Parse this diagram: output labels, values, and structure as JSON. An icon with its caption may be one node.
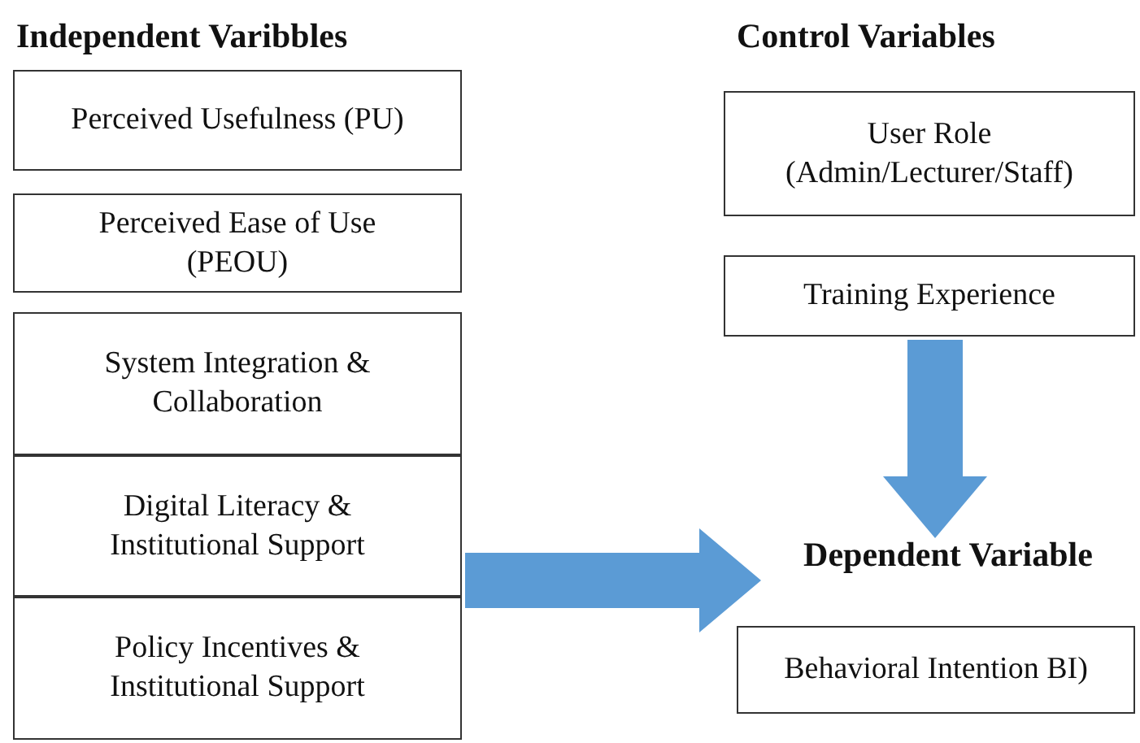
{
  "diagram": {
    "nodes": [
      {
        "text": [
          "Perceived Usefulness (PU)"
        ]
      },
      {
        "text": [
          "Perceived Ease of Use (PEOU)"
        ]
      },
      {
        "text": [
          "System Integration & Collaboration"
        ]
      },
      {
        "text": [
          "Digital Literacy & Institutional Support"
        ]
      },
      {
        "text": [
          "Policy Incentives & Institutional Support"
        ]
      },
      {
        "text": [
          "User Role (Admin/Lecturer/Staff)"
        ]
      },
      {
        "text": [
          "Training Experience"
        ]
      },
      {
        "text": [
          "Dependent Variable"
        ]
      },
      {
        "text": [
          "Behavioral Intention BI)"
        ]
      }
    ],
    "edges": [
      {
        "from": 3,
        "to": 7,
        "arrow": "to"
      },
      {
        "from": 6,
        "to": 7,
        "arrow": "to"
      }
    ],
    "labels": [
      "Independent Varibbles",
      "Control Variables"
    ]
  }
}
